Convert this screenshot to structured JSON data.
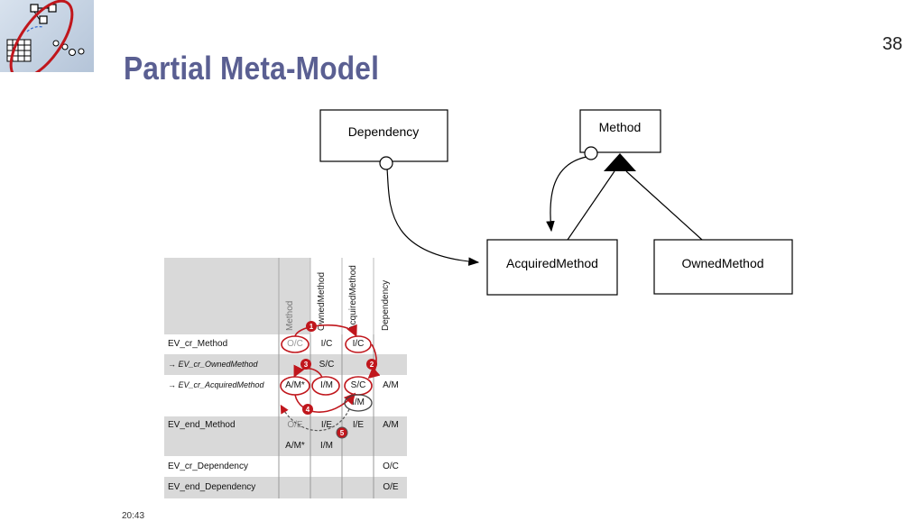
{
  "slide": {
    "title": "Partial Meta-Model",
    "page_number": "38",
    "timestamp": "20:43"
  },
  "logo": {
    "icon": "meta-model-logo-icon"
  },
  "uml": {
    "classes": {
      "dependency": "Dependency",
      "method": "Method",
      "acquired_method": "AcquiredMethod",
      "owned_method": "OwnedMethod"
    }
  },
  "matrix": {
    "columns": [
      "Method",
      "OwnedMethod",
      "AcquiredMethod",
      "Dependency"
    ],
    "rows": {
      "ev_cr_method": {
        "label": "EV_cr_Method",
        "method": "O/C",
        "owned": "I/C",
        "acquired": "I/C",
        "dependency": ""
      },
      "ev_cr_ownedmethod": {
        "label": "→ EV_cr_OwnedMethod",
        "method": "",
        "owned": "S/C",
        "acquired": "",
        "dependency": ""
      },
      "ev_cr_acquiredmethod": {
        "label": "→ EV_cr_AcquiredMethod",
        "method": "A/M*",
        "owned": "I/M",
        "acquired": "S/C",
        "acquired2": "I/M",
        "dependency": "A/M"
      },
      "ev_end_method": {
        "label": "EV_end_Method",
        "method": "O/E",
        "method2": "A/M*",
        "owned": "I/E",
        "owned2": "I/M",
        "acquired": "I/E",
        "dependency": "A/M"
      },
      "ev_cr_dependency": {
        "label": "EV_cr_Dependency",
        "method": "",
        "owned": "",
        "acquired": "",
        "dependency": "O/C"
      },
      "ev_end_dependency": {
        "label": "EV_end_Dependency",
        "method": "",
        "owned": "",
        "acquired": "",
        "dependency": "O/E"
      }
    },
    "markers": [
      "1",
      "2",
      "3",
      "4",
      "5"
    ]
  },
  "colors": {
    "title": "#5a5f92",
    "annotation_red": "#c0161c",
    "grey_row": "#d9d9d9"
  }
}
